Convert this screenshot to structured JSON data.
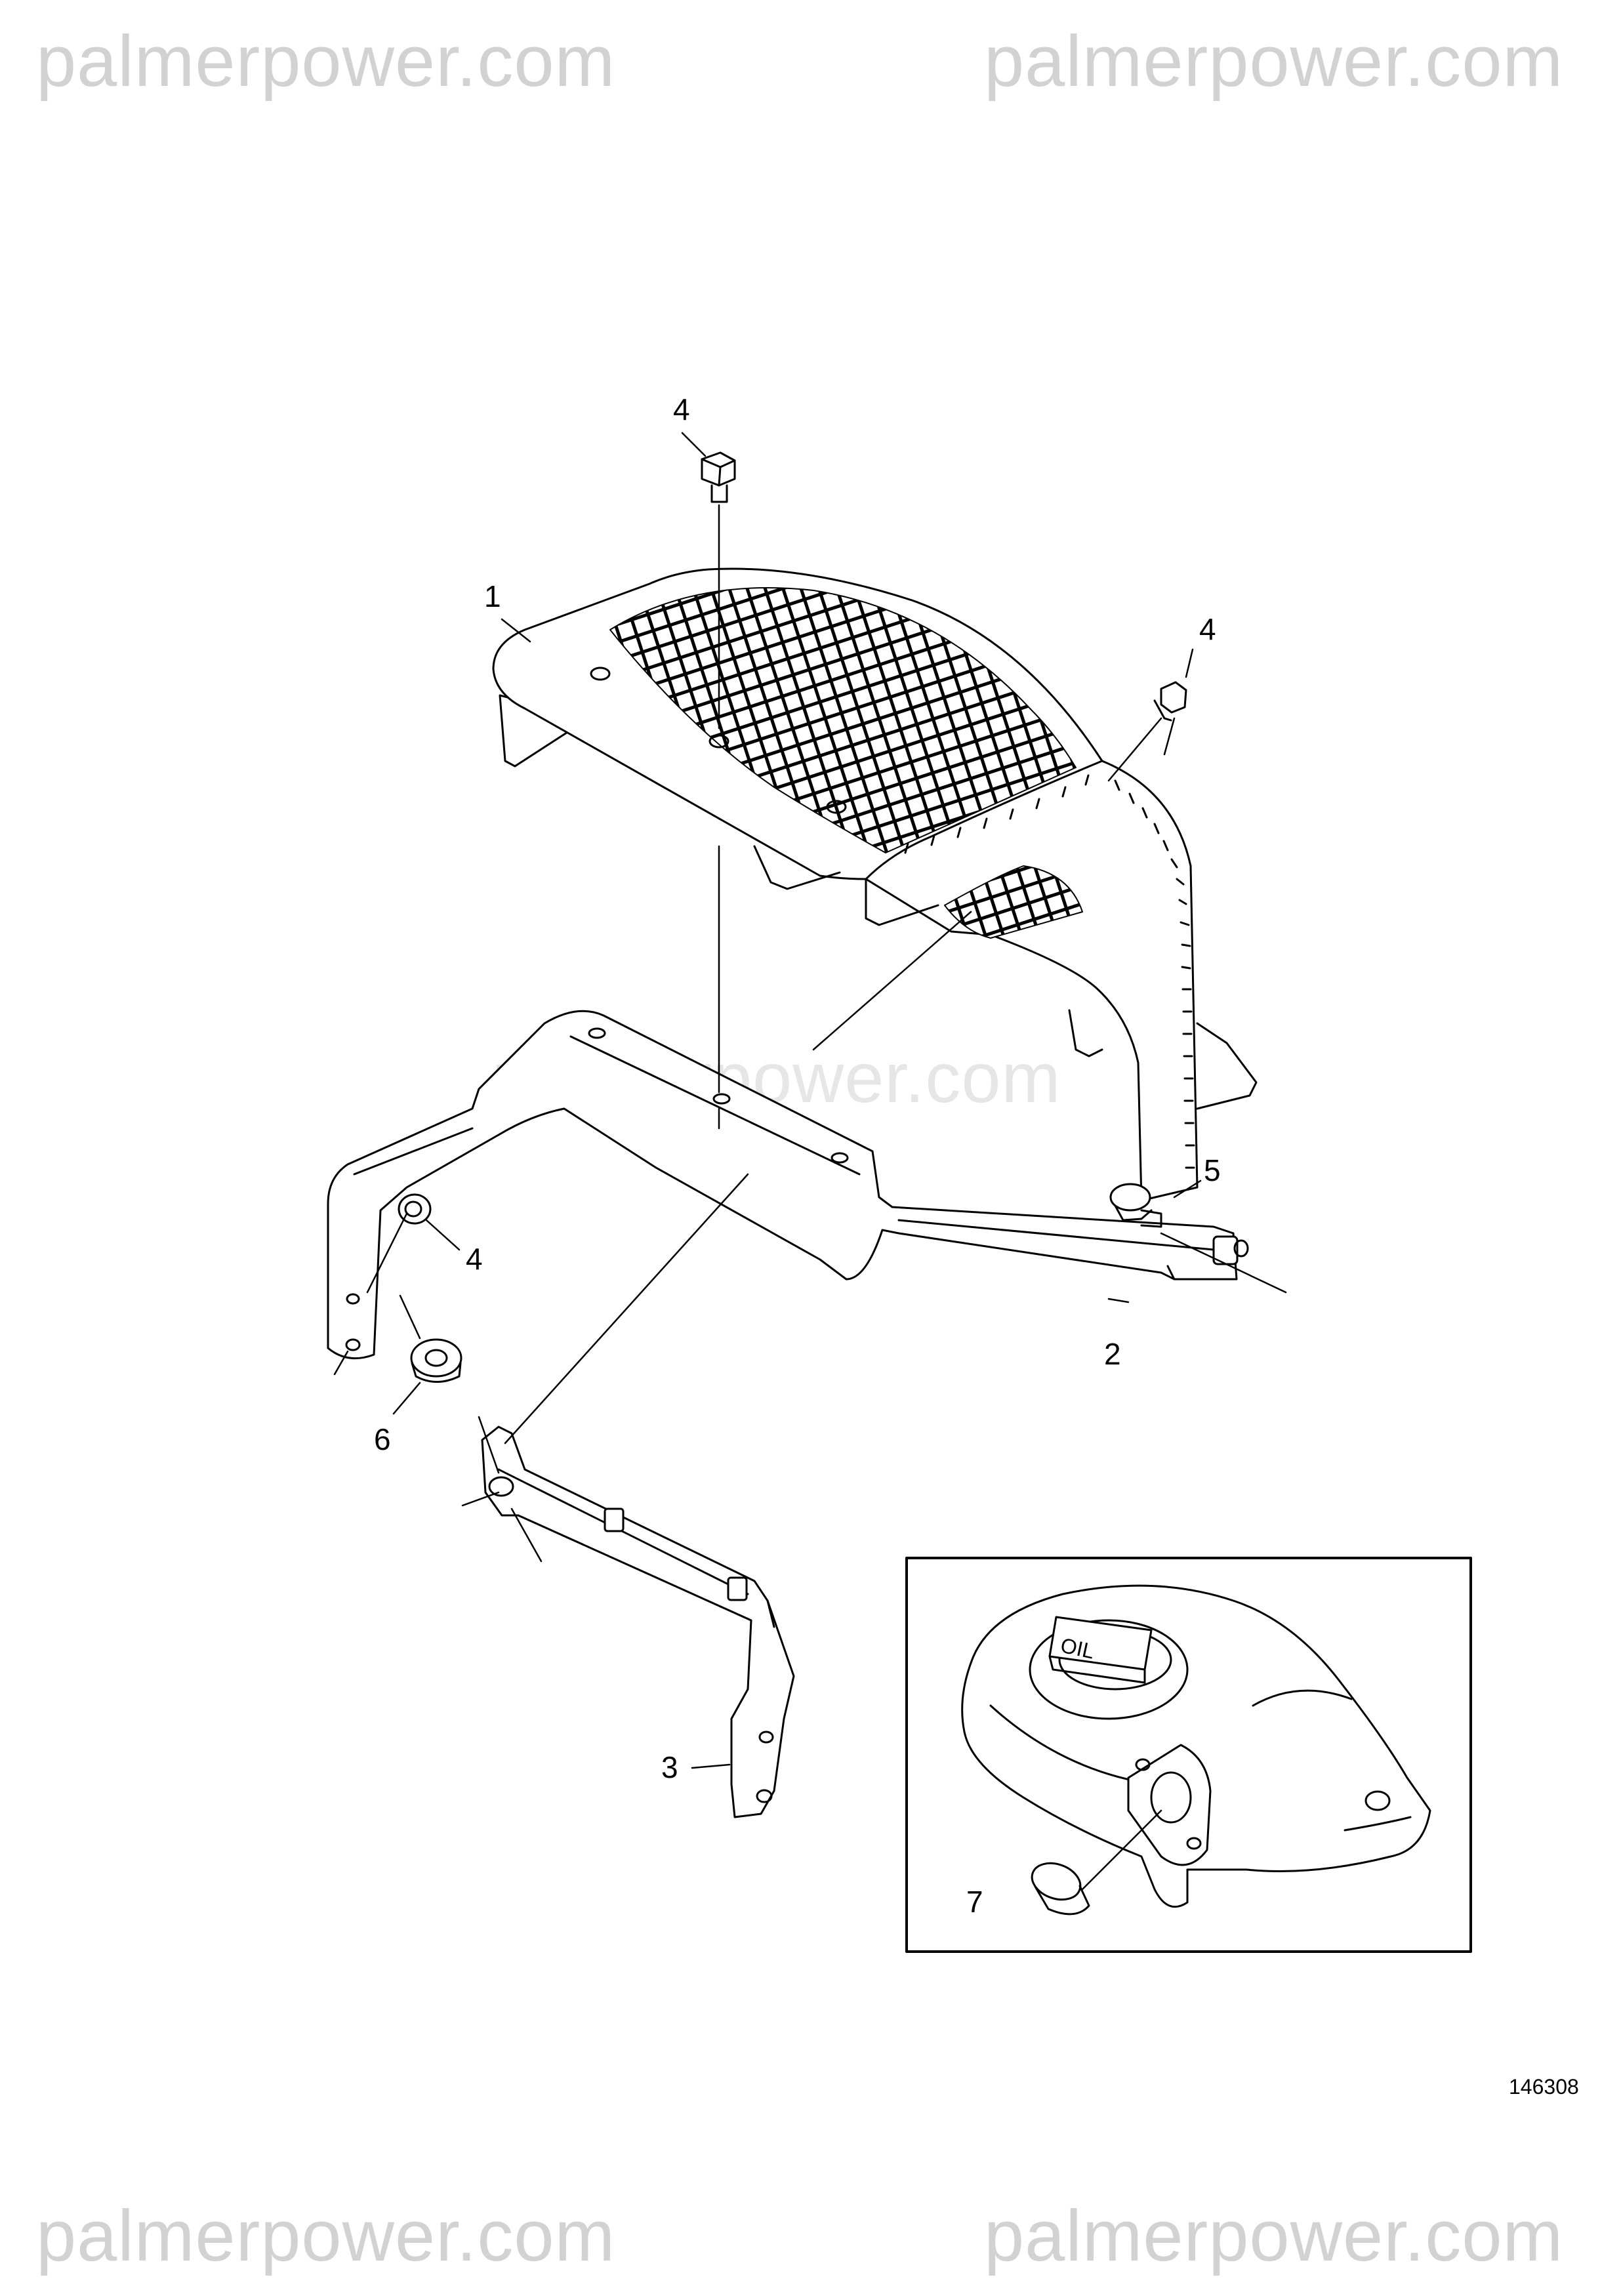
{
  "watermark": {
    "top_left": "palmerpower.com",
    "top_right": "palmerpower.com",
    "center": "palmerpower.com",
    "bottom_left": "palmerpower.com",
    "bottom_right": "palmerpower.com"
  },
  "callouts": {
    "c1": "1",
    "c2": "2",
    "c3": "3",
    "c4_top": "4",
    "c4_right": "4",
    "c4_left": "4",
    "c5": "5",
    "c6": "6",
    "c7": "7"
  },
  "inset": {
    "cap_text": "OIL"
  },
  "figure_number": "146308"
}
